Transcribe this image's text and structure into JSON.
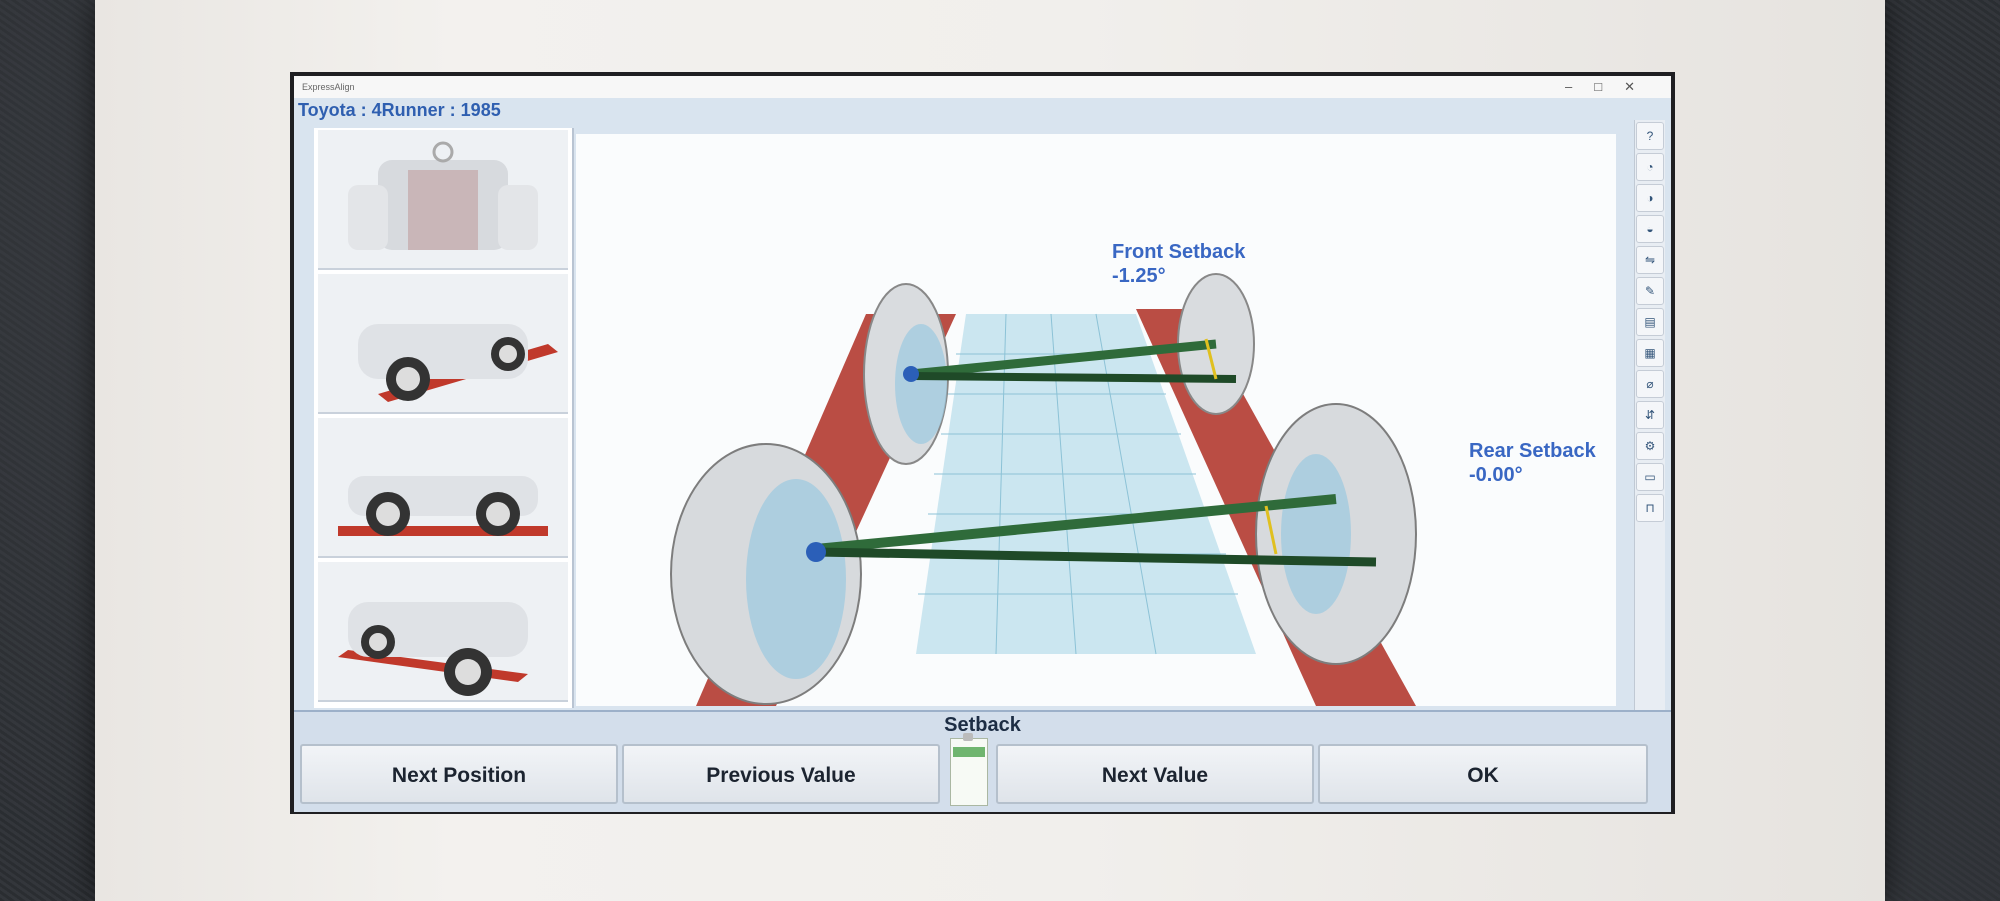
{
  "window": {
    "app_name": "ExpressAlign",
    "vehicle_title": "Toyota : 4Runner : 1985",
    "controls": [
      "–",
      "□",
      "✕"
    ]
  },
  "thumbnails": [
    {
      "name": "front-view"
    },
    {
      "name": "front-quarter-view"
    },
    {
      "name": "side-view"
    },
    {
      "name": "rear-quarter-view"
    }
  ],
  "viewport": {
    "front_setback": {
      "label": "Front Setback",
      "value": "-1.25°"
    },
    "rear_setback": {
      "label": "Rear Setback",
      "value": "-0.00°"
    }
  },
  "toolstrip": {
    "icons": [
      "help-icon",
      "camber-icon",
      "caster-icon",
      "sai-icon",
      "toe-icon",
      "wrench-icon",
      "print-icon",
      "checkered-flag-icon",
      "measurement-icon",
      "setback-icon",
      "settings-icon",
      "car-icon",
      "lift-icon"
    ]
  },
  "bottom": {
    "title": "Setback",
    "buttons": {
      "next_position": "Next Position",
      "previous_value": "Previous Value",
      "next_value": "Next Value",
      "ok": "OK"
    }
  },
  "colors": {
    "accent_blue": "#3967c3",
    "rack_red": "#c0392b",
    "setback_bar": "#2f6b3a"
  }
}
